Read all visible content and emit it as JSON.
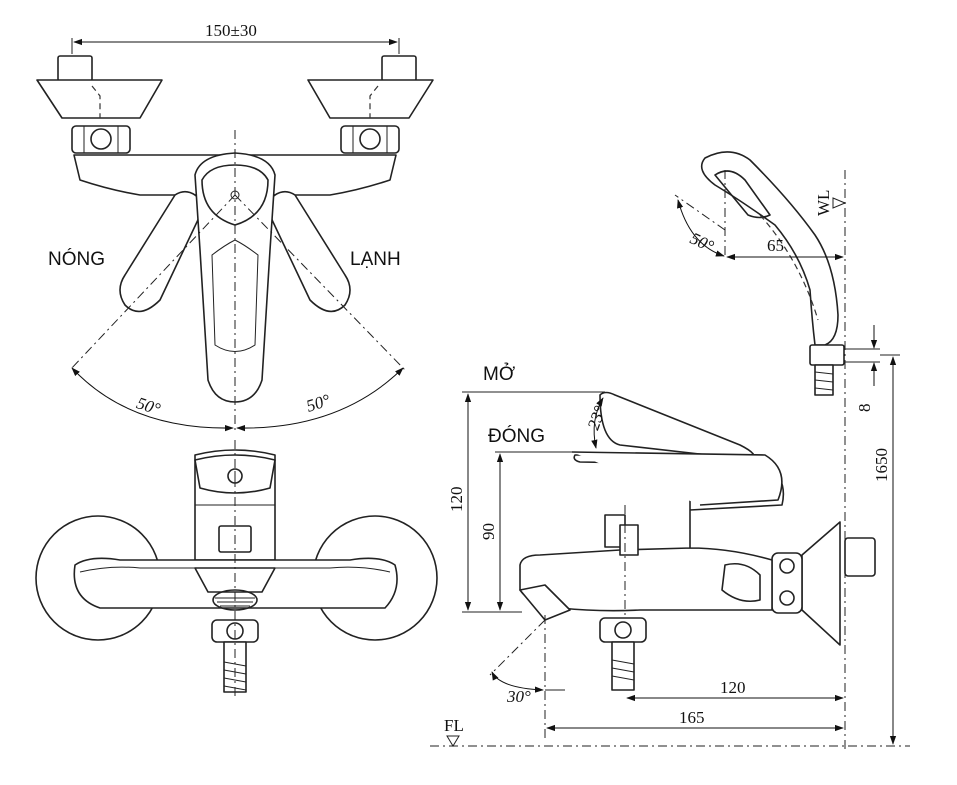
{
  "labels": {
    "hot": "NÓNG",
    "cold": "LẠNH",
    "open": "MỞ",
    "closed": "ĐÓNG",
    "wall_level": "WL",
    "floor_level": "FL"
  },
  "dimensions": {
    "inlet_spacing": "150±30",
    "handle_angle_left": "50°",
    "handle_angle_right": "50°",
    "shower_head_angle": "50°",
    "shower_head_offset": "65",
    "lever_tilt_angle": "23°",
    "open_height": "120",
    "closed_height": "90",
    "spout_angle": "30°",
    "inlet_depth": "120",
    "spout_depth": "165",
    "holder_height": "1650",
    "holder_size": "8"
  }
}
